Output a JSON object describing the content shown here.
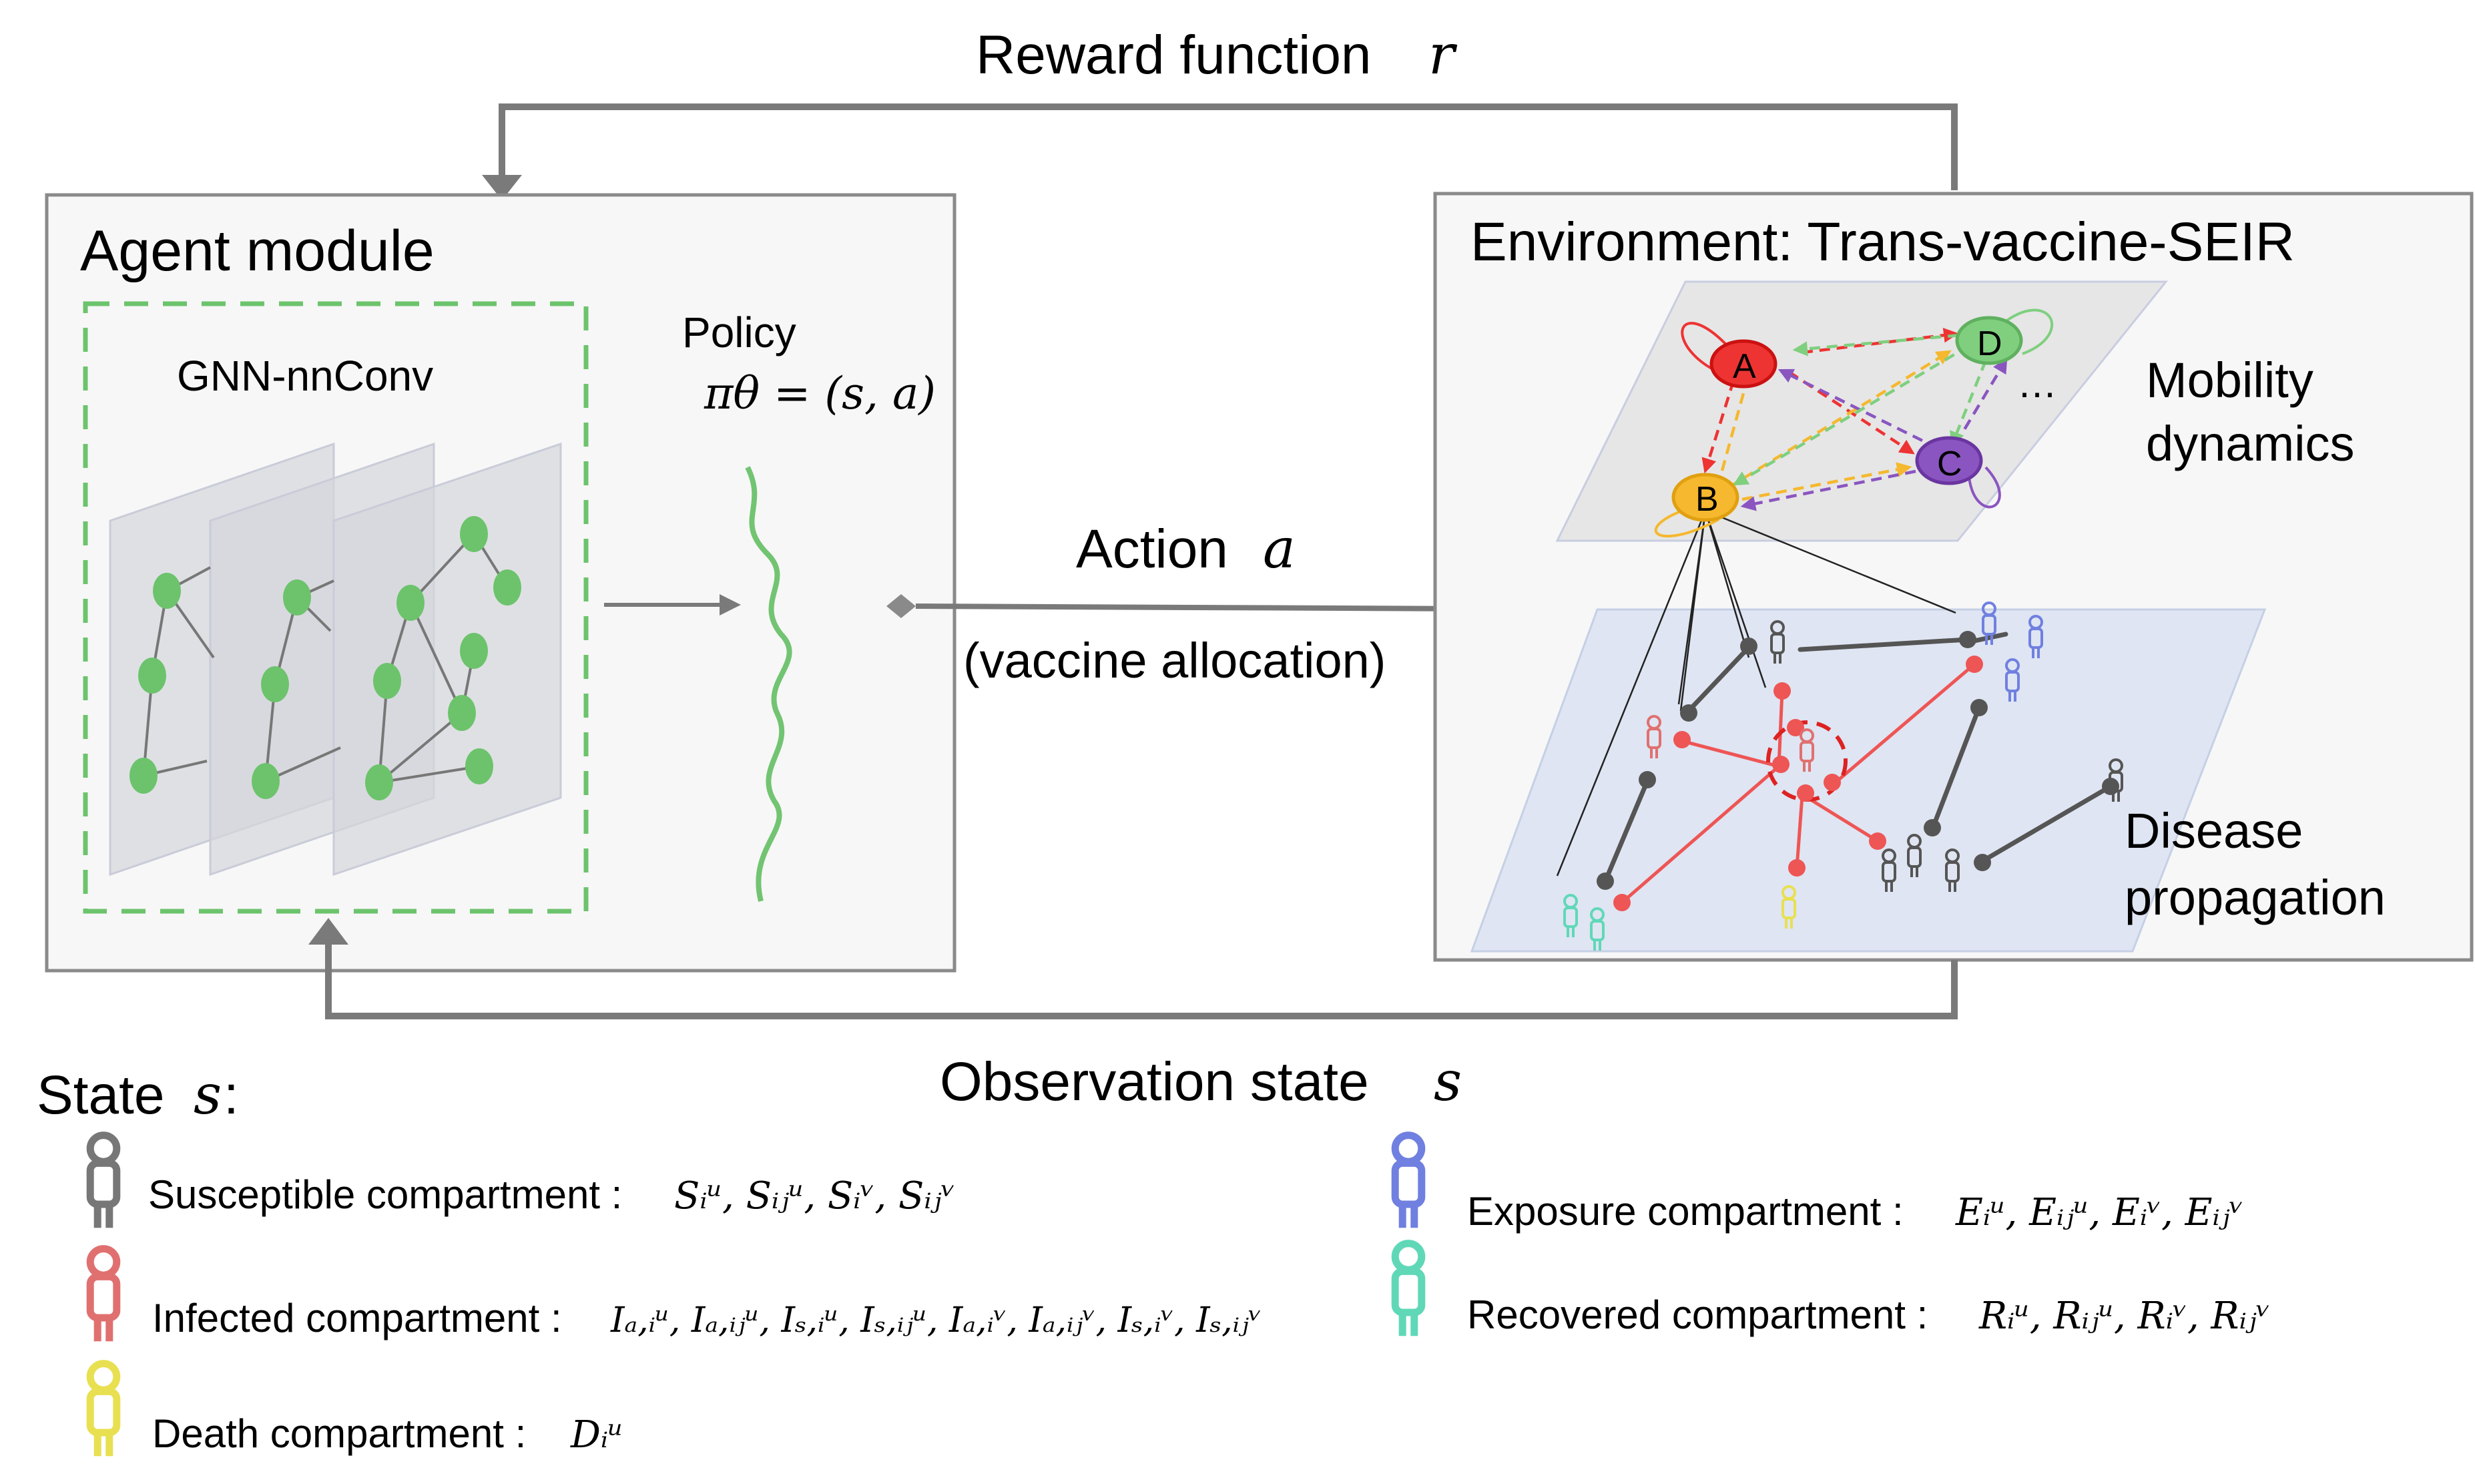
{
  "top_label": {
    "text": "Reward function ",
    "var": "r"
  },
  "agent": {
    "title": "Agent module",
    "gnn_label": "GNN-nnConv",
    "policy_label": "Policy",
    "policy_formula": "πθ = (s, a)"
  },
  "action": {
    "text": "Action ",
    "var": "a",
    "sub": "(vaccine allocation)"
  },
  "environment": {
    "title": "Environment: Trans-vaccine-SEIR",
    "mobility_line1": "Mobility",
    "mobility_line2": "dynamics",
    "disease_line1": "Disease",
    "disease_line2": "propagation",
    "nodes": [
      "A",
      "B",
      "C",
      "D"
    ],
    "ellipsis": "…"
  },
  "observation": {
    "text": "Observation state ",
    "var": "s"
  },
  "state": {
    "label": "State ",
    "var": "s",
    "colon": " :"
  },
  "legend": [
    {
      "label": "Susceptible compartment :",
      "formula": "Sᵢᵘ, Sᵢⱼᵘ, Sᵢᵛ, Sᵢⱼᵛ",
      "color": "#777777"
    },
    {
      "label": "Exposure compartment :",
      "formula": "Eᵢᵘ, Eᵢⱼᵘ, Eᵢᵛ, Eᵢⱼᵛ",
      "color": "#7080e0"
    },
    {
      "label": "Infected compartment :",
      "formula": "Iₐ,ᵢᵘ, Iₐ,ᵢⱼᵘ, Iₛ,ᵢᵘ, Iₛ,ᵢⱼᵘ, Iₐ,ᵢᵛ, Iₐ,ᵢⱼᵛ, Iₛ,ᵢᵛ, Iₛ,ᵢⱼᵛ",
      "color": "#e07070"
    },
    {
      "label": "Recovered compartment :",
      "formula": "Rᵢᵘ, Rᵢⱼᵘ, Rᵢᵛ, Rᵢⱼᵛ",
      "color": "#60d8b8"
    },
    {
      "label": "Death compartment :",
      "formula": "Dᵢᵘ",
      "color": "#e8e050"
    }
  ],
  "colors": {
    "frame": "#8a8a8a",
    "arrow": "#7a7a7a",
    "gnn_node": "#6cc36c",
    "policy_curve": "#72c472",
    "dashed_box": "#6cc36c",
    "node_A": "#ee3333",
    "node_B": "#f5b82e",
    "node_C": "#8a55c0",
    "node_D": "#7fcf7f",
    "infected_edge": "#ee5555",
    "dark_edge": "#555555"
  }
}
